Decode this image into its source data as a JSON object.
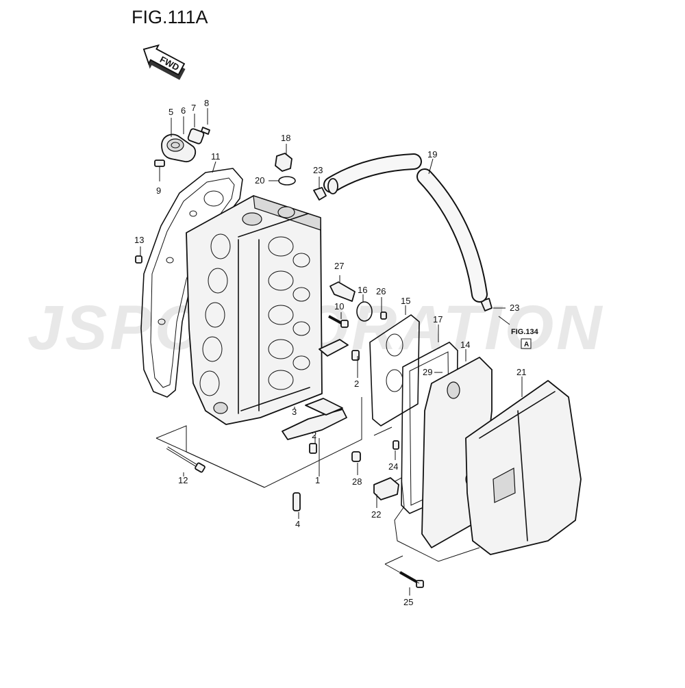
{
  "figure": {
    "title": "FIG.111A",
    "fwd_label": "FWD",
    "ref_fig": "FIG.134",
    "ref_letter": "A"
  },
  "watermark": "JSPORPORATION",
  "parts": {
    "p1": "1",
    "p2a": "2",
    "p2b": "2",
    "p3": "3",
    "p4": "4",
    "p5": "5",
    "p6": "6",
    "p7": "7",
    "p8": "8",
    "p9": "9",
    "p10": "10",
    "p11": "11",
    "p12": "12",
    "p13": "13",
    "p14": "14",
    "p15": "15",
    "p16": "16",
    "p17": "17",
    "p18": "18",
    "p19": "19",
    "p20": "20",
    "p21": "21",
    "p22": "22",
    "p23a": "23",
    "p23b": "23",
    "p24": "24",
    "p25": "25",
    "p26": "26",
    "p27": "27",
    "p28": "28",
    "p29": "29"
  }
}
